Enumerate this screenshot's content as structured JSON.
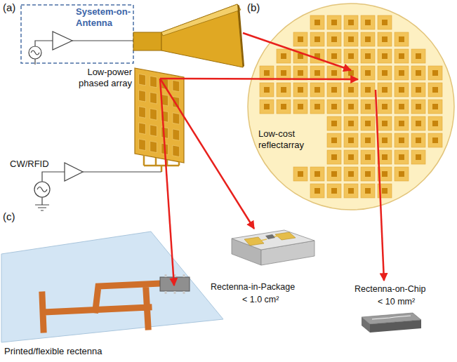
{
  "diagram": {
    "nodes": [
      {
        "text": [
          "Sysetem-on-Antenna"
        ]
      },
      {
        "text": [
          "Low-power phased array"
        ]
      },
      {
        "text": [
          "Low-cost reflectarray"
        ]
      },
      {
        "text": [
          "Printed/flexible rectenna"
        ]
      },
      {
        "text": [
          "Rectenna-in-Package",
          "< 1.0 cm²"
        ]
      },
      {
        "text": [
          "Rectenna-on-Chip",
          "< 10 mm²"
        ]
      }
    ],
    "edges": [
      {
        "from": 0,
        "to": 2,
        "arrow": "to"
      },
      {
        "from": 1,
        "to": 2,
        "arrow": "to"
      },
      {
        "from": 1,
        "to": 3,
        "arrow": "to"
      },
      {
        "from": 1,
        "to": 4,
        "arrow": "to"
      },
      {
        "from": 2,
        "to": 5,
        "arrow": "to"
      }
    ],
    "labels": [
      "(a)",
      "(b)",
      "(c)",
      "CW/RFID"
    ]
  }
}
